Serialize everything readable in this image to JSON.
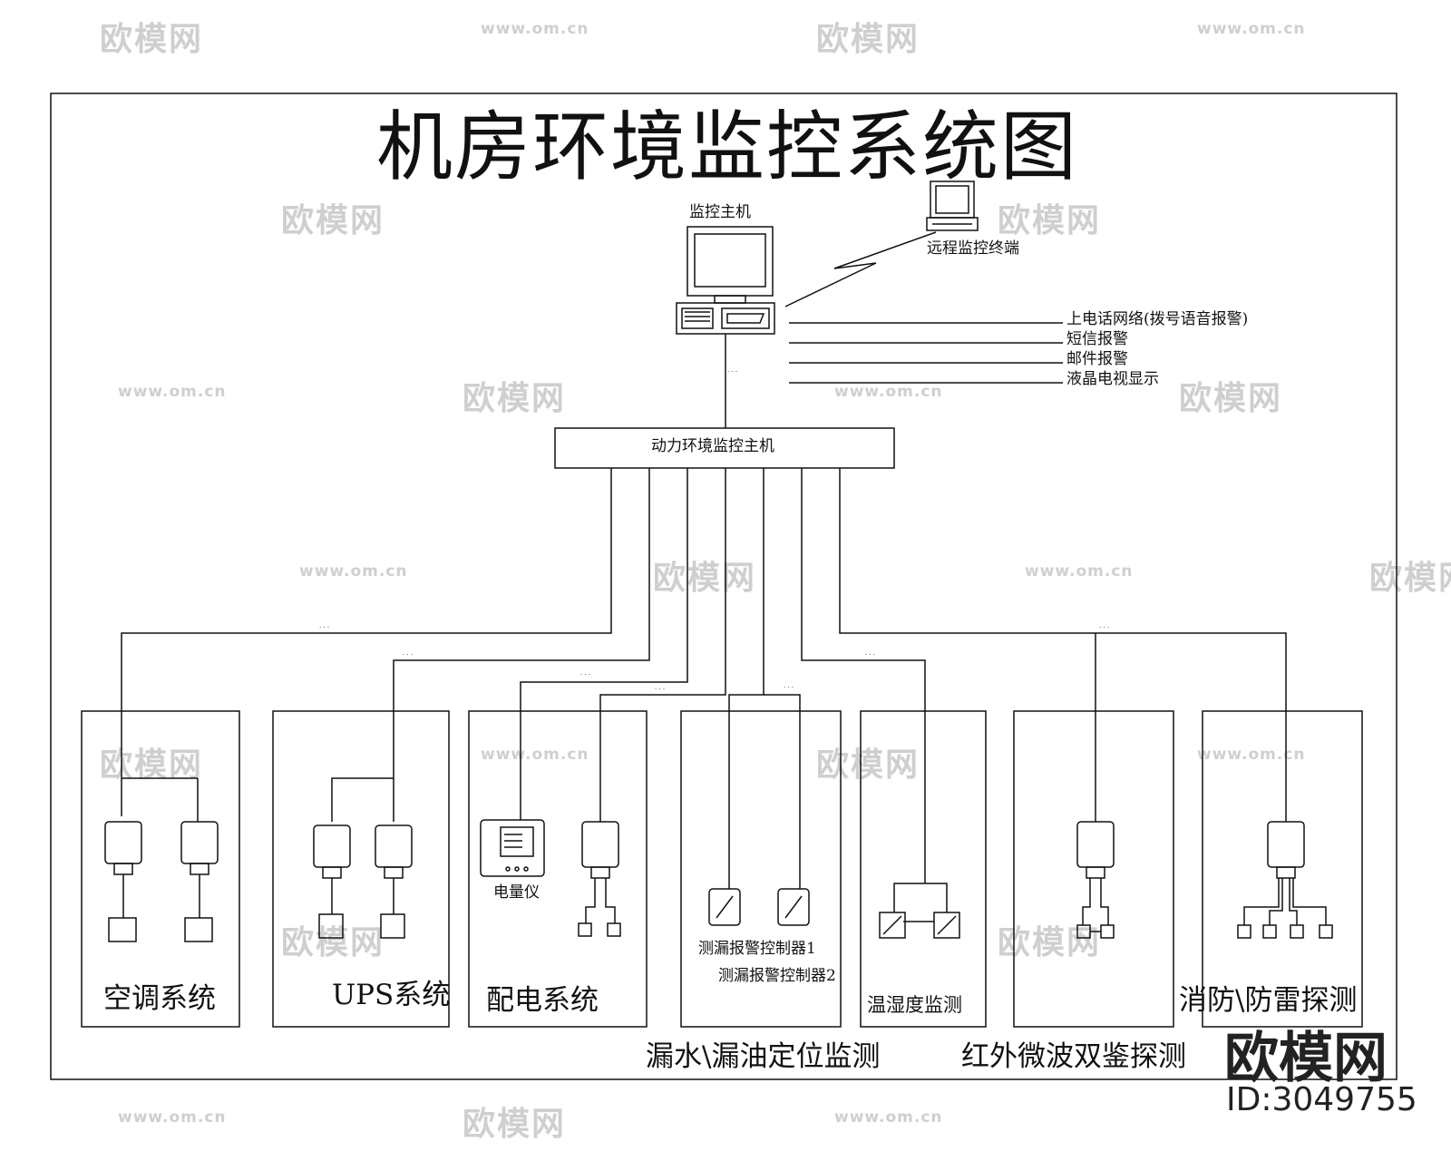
{
  "title": "机房环境监控系统图",
  "top": {
    "monitor_host": "监控主机",
    "remote_terminal": "远程监控终端",
    "outputs": [
      "上电话网络(拨号语音报警)",
      "短信报警",
      "邮件报警",
      "液晶电视显示"
    ],
    "power_env_host": "动力环境监控主机"
  },
  "systems": [
    {
      "label": "空调系统"
    },
    {
      "label": "UPS系统"
    },
    {
      "label": "配电系统",
      "meter_label": "电量仪"
    },
    {
      "label": "漏水\\漏油定位监测",
      "controller1": "测漏报警控制器1",
      "controller2": "测漏报警控制器2"
    },
    {
      "label": "温湿度监测"
    },
    {
      "label": "红外微波双鉴探测"
    },
    {
      "label": "消防\\防雷探测"
    }
  ],
  "watermark": {
    "logo": "欧模网",
    "url": "www.om.cn",
    "brand": "欧模网",
    "id": "ID:3049755"
  },
  "colors": {
    "line": "#111111",
    "watermark": "#cfcfcf"
  }
}
